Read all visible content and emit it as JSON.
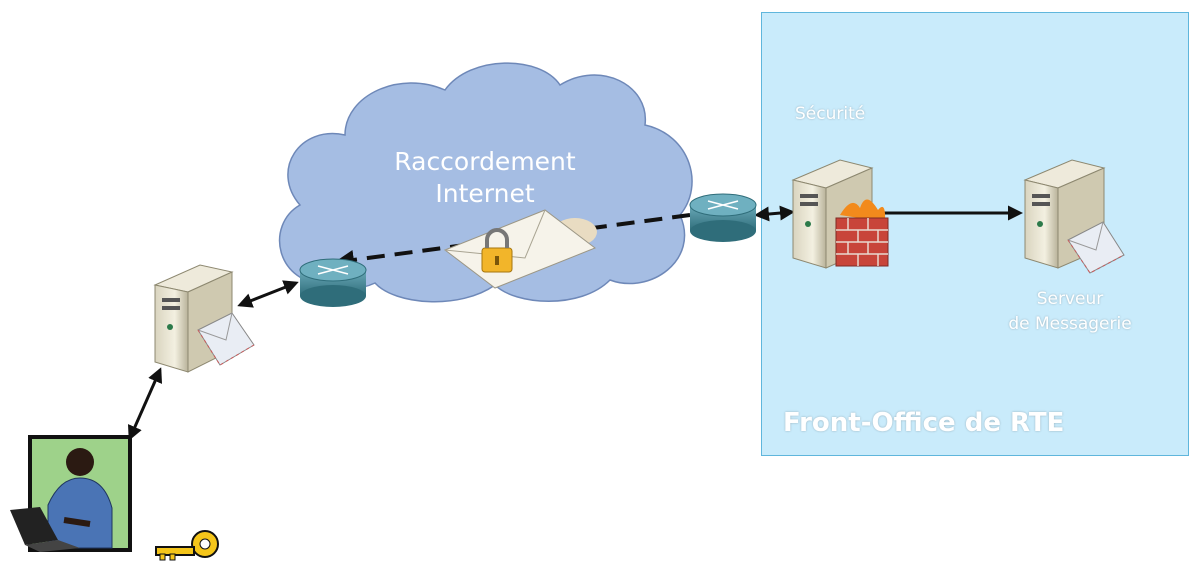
{
  "cloud": {
    "line1": "Raccordement",
    "line2": "Internet"
  },
  "security_label": "Sécurité",
  "mail_server": {
    "line1": "Serveur",
    "line2": "de Messagerie"
  },
  "front_office_label": "Front-Office de RTE",
  "colors": {
    "cloud": "#a5bde3",
    "zone": "#c9ebfb",
    "zone_border": "#5fb6dc",
    "router": "#3d8190"
  },
  "icons": [
    "user-at-laptop-icon",
    "key-icon",
    "client-server-icon",
    "router-icon",
    "envelope-lock-icon",
    "firewall-server-icon",
    "mail-server-icon"
  ]
}
